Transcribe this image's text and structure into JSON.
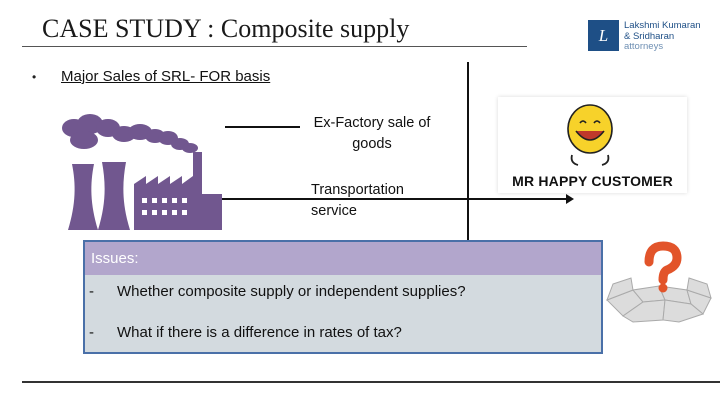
{
  "slide": {
    "title": "CASE STUDY : Composite supply",
    "bullet": "Major Sales of SRL- FOR basis"
  },
  "logo": {
    "mark": "L",
    "line1": "Lakshmi Kumaran",
    "line2": "& Sridharan",
    "line3": "attorneys"
  },
  "diagram": {
    "arrow_top_label": "Ex-Factory sale of goods",
    "arrow_bottom_label_line1": "Transportation",
    "arrow_bottom_label_line2": "service",
    "customer_label": "MR HAPPY CUSTOMER"
  },
  "issues": {
    "header": "Issues:",
    "items": [
      {
        "dash": "-",
        "text": "Whether composite supply or independent supplies?"
      },
      {
        "dash": "-",
        "text": "What if there is a difference in rates of tax?"
      }
    ]
  },
  "colors": {
    "factory": "#71578f",
    "issues_header": "#b2a6cc",
    "issues_body": "#d3dadf",
    "issues_border": "#4a70a8",
    "logo_blue": "#1e4f86"
  }
}
